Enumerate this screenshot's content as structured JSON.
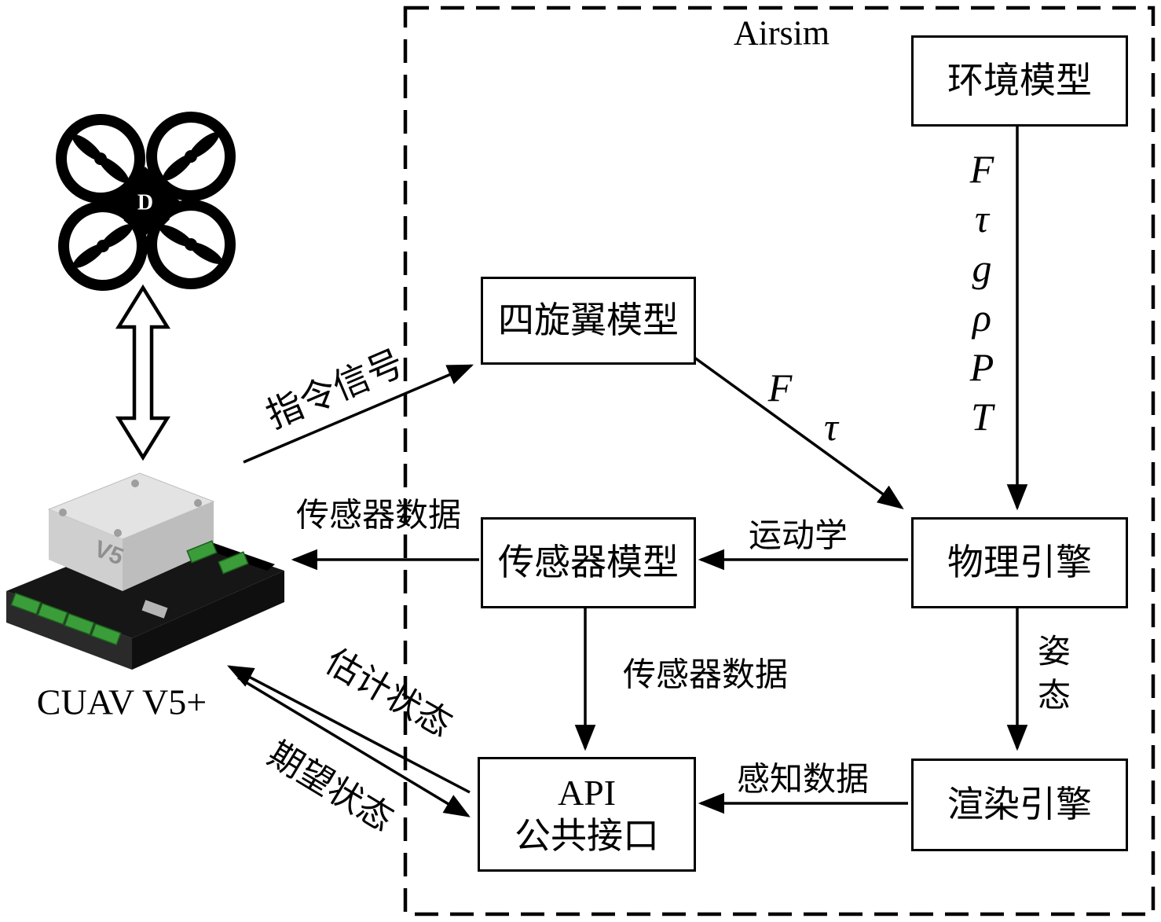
{
  "title": "Airsim",
  "boxes": {
    "env_model": "环境模型",
    "quad_model": "四旋翼模型",
    "physics_engine": "物理引擎",
    "sensor_model": "传感器模型",
    "render_engine": "渲染引擎",
    "api": {
      "line1": "API",
      "line2": "公共接口"
    }
  },
  "edge_labels": {
    "command_signal": "指令信号",
    "env_to_physics": [
      "F",
      "τ",
      "g",
      "ρ",
      "P",
      "T"
    ],
    "quad_force": "F",
    "quad_torque": "τ",
    "kinematics": "运动学",
    "sensor_data_to_hw": "传感器数据",
    "sensor_data_to_api": "传感器数据",
    "attitude": "姿态",
    "perception_data": "感知数据",
    "estimated_state": "估计状态",
    "desired_state": "期望状态"
  },
  "hardware": {
    "name": "CUAV V5+",
    "module_label": "V5",
    "drone_center_letter": "D"
  },
  "colors": {
    "line": "#000000",
    "box_bg": "#ffffff",
    "connector_green": "#3a9d3a"
  }
}
